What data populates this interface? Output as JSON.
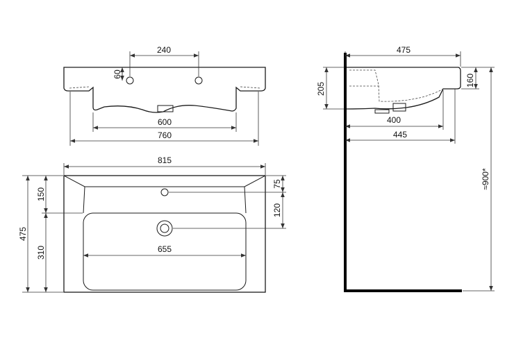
{
  "dimensions": {
    "front_tap_spacing": "240",
    "front_tap_height": "60",
    "front_trap_width": "600",
    "front_total_width": "760",
    "top_total_width": "815",
    "top_back_depth": "150",
    "top_front_depth": "310",
    "top_total_depth": "475",
    "top_tap_offset": "75",
    "top_drain_offset": "120",
    "top_basin_width": "655",
    "side_total_depth": "475",
    "side_height": "205",
    "side_rim_height": "160",
    "side_trap_depth": "400",
    "side_overall_depth": "445",
    "side_mount_height": "≈900*"
  }
}
